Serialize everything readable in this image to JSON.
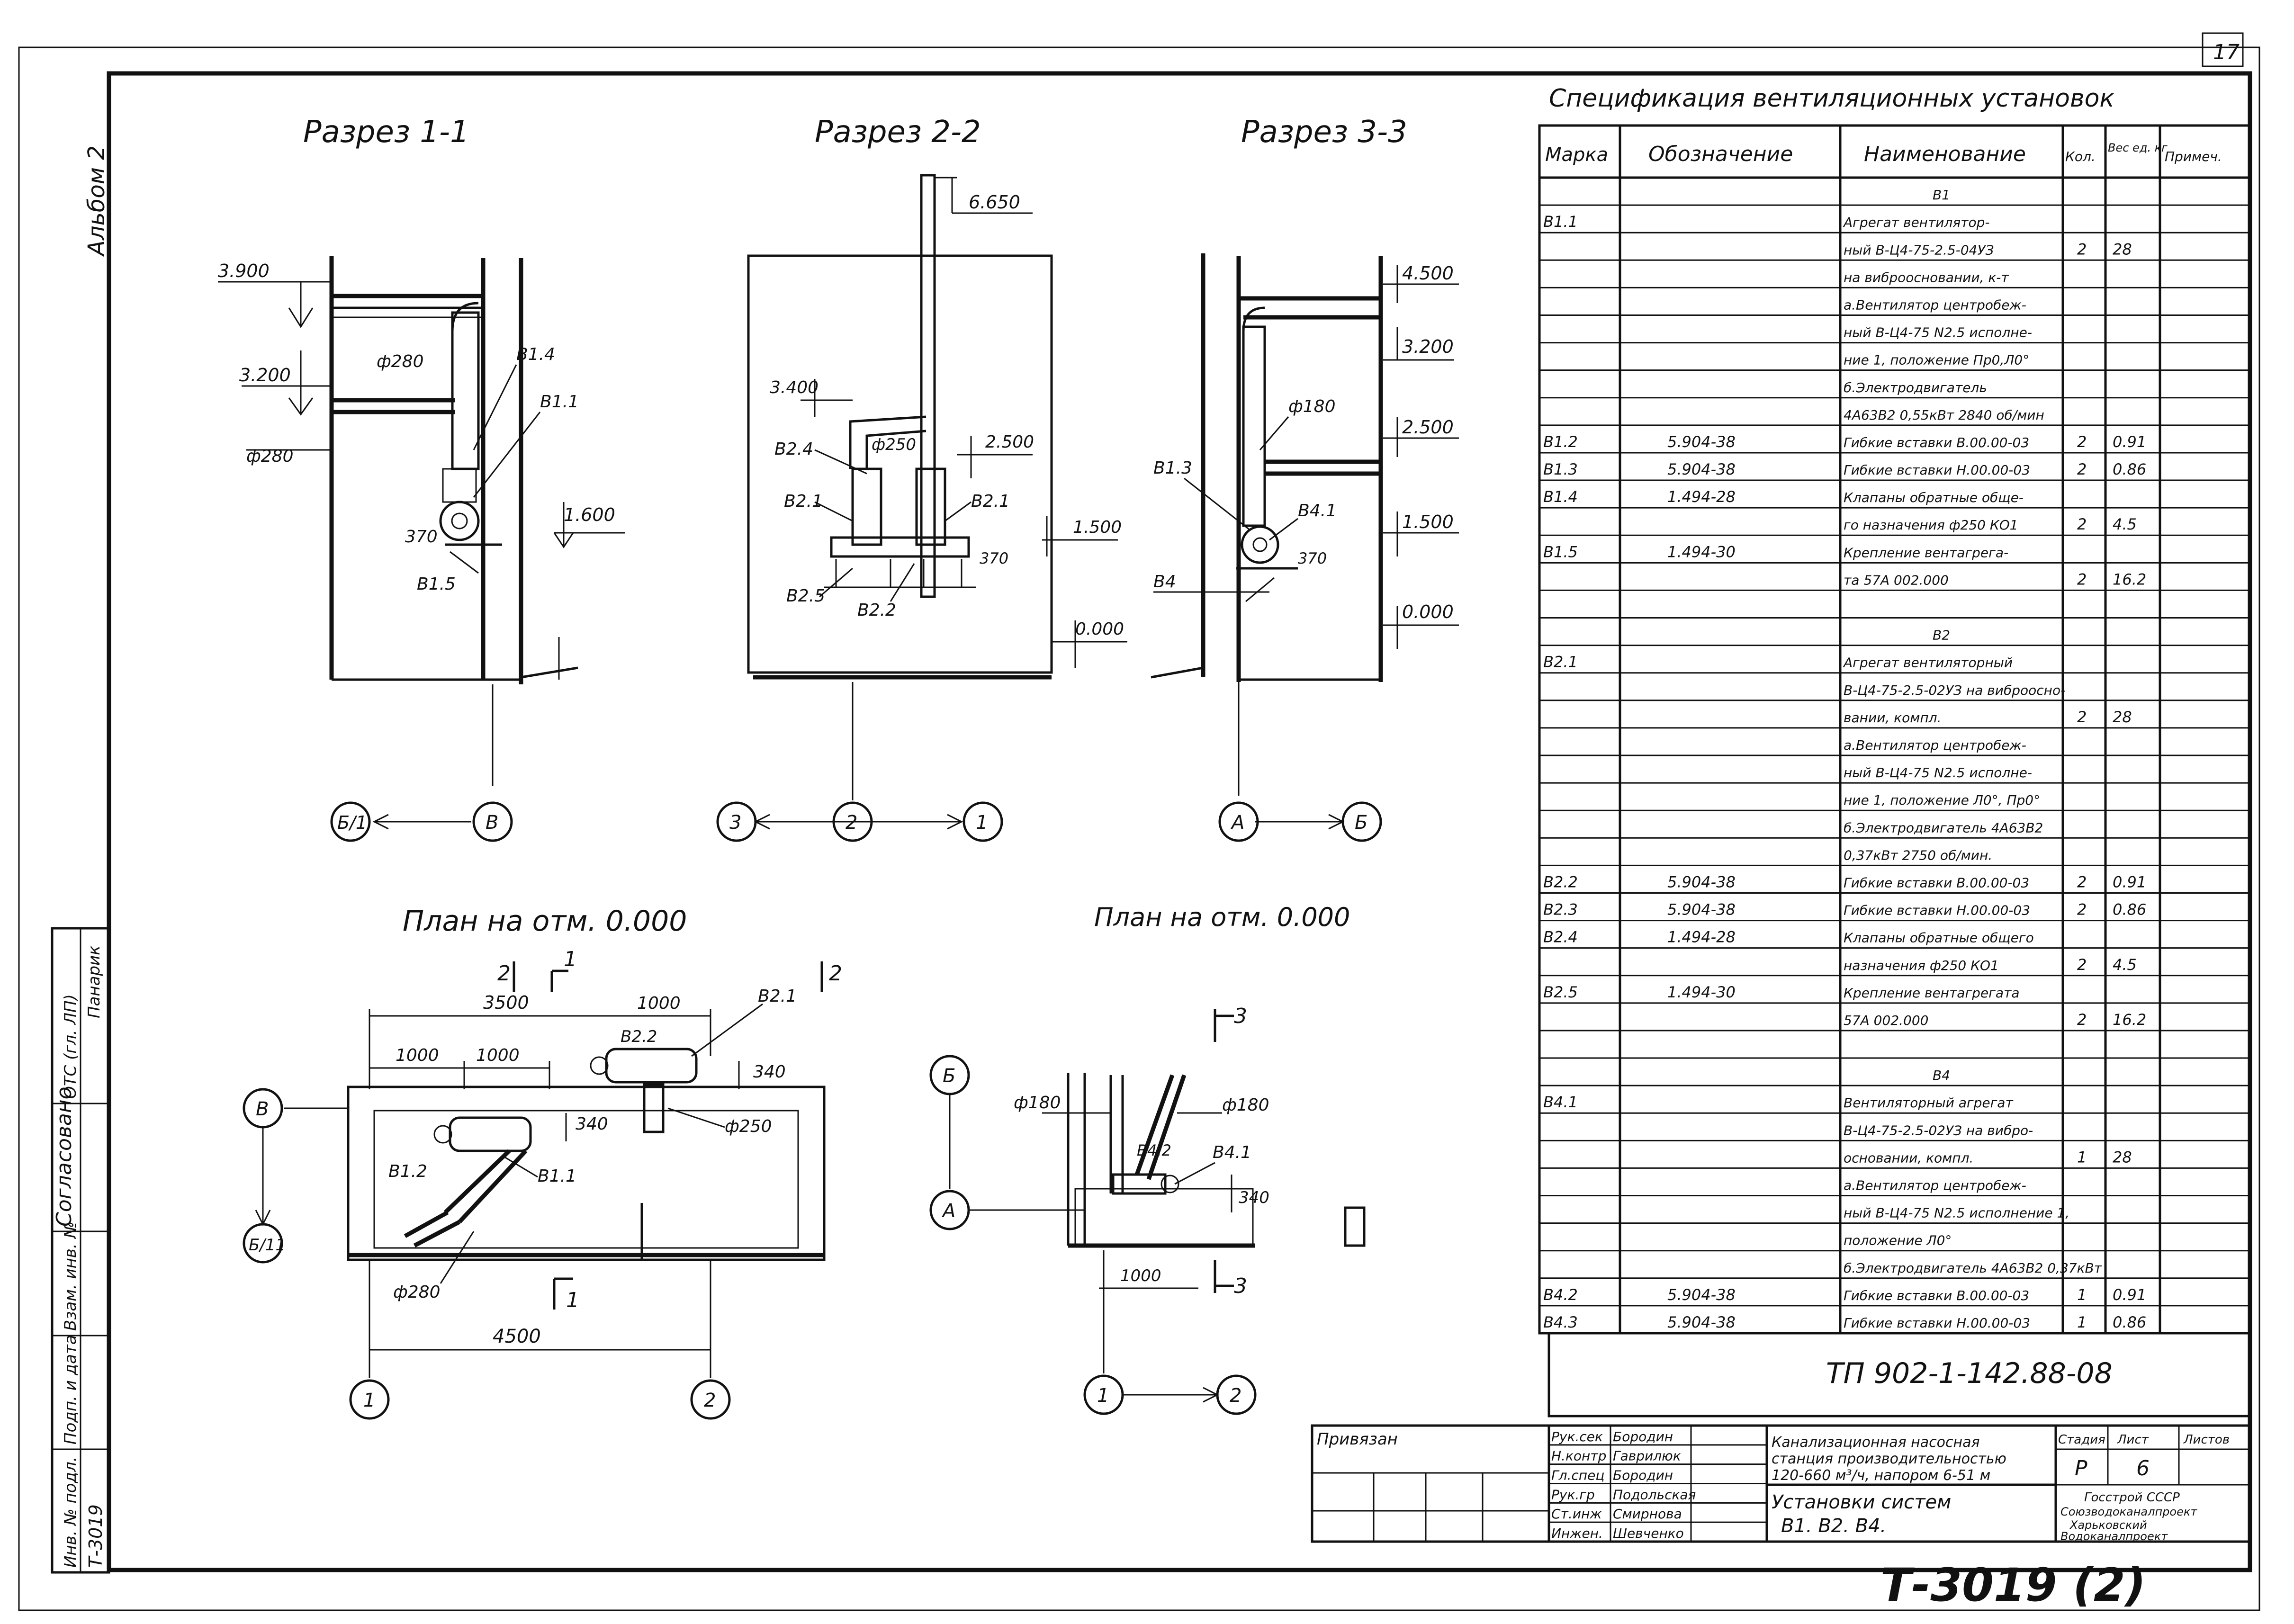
{
  "sheet": {
    "corner_number": "17",
    "album_label": "Альбом 2",
    "bottom_stamp": "Т-3019 (2)"
  },
  "views": {
    "section_1": {
      "title": "Разрез 1-1",
      "levels": [
        "3.900",
        "3.200",
        "1.600"
      ],
      "labels": [
        "ф280",
        "ф280",
        "В1.4",
        "В1.1",
        "370",
        "В1.5"
      ],
      "axes": [
        "Б/1",
        "В"
      ]
    },
    "section_2": {
      "title": "Разрез 2-2",
      "levels": [
        "6.650",
        "3.400",
        "2.500",
        "1.500",
        "0.000"
      ],
      "labels": [
        "В2.4",
        "ф250",
        "В2.1",
        "В2.1",
        "370",
        "В2.5",
        "В2.2"
      ],
      "axes": [
        "3",
        "2",
        "1"
      ]
    },
    "section_3": {
      "title": "Разрез 3-3",
      "levels": [
        "4.500",
        "3.200",
        "2.500",
        "1.500",
        "0.000"
      ],
      "labels": [
        "ф180",
        "В1.3",
        "В4.1",
        "370",
        "В4"
      ],
      "axes": [
        "А",
        "Б"
      ]
    },
    "plan_1": {
      "title": "План на отм. 0.000",
      "dims": [
        "3500",
        "1000",
        "1000",
        "1000",
        "340",
        "340",
        "4500"
      ],
      "labels": [
        "В2.2",
        "В2.1",
        "ф250",
        "В1.2",
        "В1.1",
        "ф280"
      ],
      "cut_marks": [
        "2",
        "1",
        "2",
        "1"
      ],
      "axes": [
        "В",
        "Б/11",
        "1",
        "2"
      ]
    },
    "plan_2": {
      "title": "План на отм. 0.000",
      "dims": [
        "340",
        "1000"
      ],
      "labels": [
        "ф180",
        "ф180",
        "В4.2",
        "В4.1"
      ],
      "cut_marks": [
        "3",
        "3"
      ],
      "axes": [
        "Б",
        "А",
        "1",
        "2"
      ]
    }
  },
  "left_strip": {
    "agreed": "Согласовано",
    "rows": [
      {
        "label": "ОТС (гл. ЛП)",
        "value": "Панарик"
      },
      {
        "label": "Взам. инв. №",
        "value": ""
      },
      {
        "label": "Подп. и дата",
        "value": ""
      },
      {
        "label": "Инв. № подл.",
        "value": "Т-3019"
      }
    ]
  },
  "spec": {
    "title": "Спецификация вентиляционных установок",
    "headers": [
      "Марка",
      "Обозначение",
      "Наименование",
      "Кол.",
      "Вес ед. кг",
      "Примеч."
    ],
    "rows": [
      [
        "",
        "",
        "В1",
        "",
        ""
      ],
      [
        "В1.1",
        "",
        "Агрегат вентилятор-",
        "",
        ""
      ],
      [
        "",
        "",
        "ный В-Ц4-75-2.5-04УЗ",
        "2",
        "28"
      ],
      [
        "",
        "",
        "на виброосновании, к-т",
        "",
        ""
      ],
      [
        "",
        "",
        "а.Вентилятор центробеж-",
        "",
        ""
      ],
      [
        "",
        "",
        "ный В-Ц4-75 N2.5 исполне-",
        "",
        ""
      ],
      [
        "",
        "",
        "ние 1, положение Пр0,Л0°",
        "",
        ""
      ],
      [
        "",
        "",
        "б.Электродвигатель",
        "",
        ""
      ],
      [
        "",
        "",
        "4А63В2 0,55кВт 2840 об/мин",
        "",
        ""
      ],
      [
        "В1.2",
        "5.904-38",
        "Гибкие вставки В.00.00-03",
        "2",
        "0.91"
      ],
      [
        "В1.3",
        "5.904-38",
        "Гибкие вставки Н.00.00-03",
        "2",
        "0.86"
      ],
      [
        "В1.4",
        "1.494-28",
        "Клапаны обратные обще-",
        "",
        ""
      ],
      [
        "",
        "",
        "го назначения ф250 КО1",
        "2",
        "4.5"
      ],
      [
        "В1.5",
        "1.494-30",
        "Крепление вентагрега-",
        "",
        ""
      ],
      [
        "",
        "",
        "та 57А 002.000",
        "2",
        "16.2"
      ],
      [
        "",
        "",
        "",
        "",
        ""
      ],
      [
        "",
        "",
        "В2",
        "",
        ""
      ],
      [
        "В2.1",
        "",
        "Агрегат вентиляторный",
        "",
        ""
      ],
      [
        "",
        "",
        "В-Ц4-75-2.5-02УЗ на виброосно-",
        "",
        ""
      ],
      [
        "",
        "",
        "вании, компл.",
        "2",
        "28"
      ],
      [
        "",
        "",
        "а.Вентилятор центробеж-",
        "",
        ""
      ],
      [
        "",
        "",
        "ный В-Ц4-75 N2.5 исполне-",
        "",
        ""
      ],
      [
        "",
        "",
        "ние 1, положение Л0°, Пр0°",
        "",
        ""
      ],
      [
        "",
        "",
        "б.Электродвигатель 4А63В2",
        "",
        ""
      ],
      [
        "",
        "",
        "0,37кВт 2750 об/мин.",
        "",
        ""
      ],
      [
        "В2.2",
        "5.904-38",
        "Гибкие вставки В.00.00-03",
        "2",
        "0.91"
      ],
      [
        "В2.3",
        "5.904-38",
        "Гибкие вставки Н.00.00-03",
        "2",
        "0.86"
      ],
      [
        "В2.4",
        "1.494-28",
        "Клапаны обратные общего",
        "",
        ""
      ],
      [
        "",
        "",
        "назначения ф250 КО1",
        "2",
        "4.5"
      ],
      [
        "В2.5",
        "1.494-30",
        "Крепление вентагрегата",
        "",
        ""
      ],
      [
        "",
        "",
        "57А 002.000",
        "2",
        "16.2"
      ],
      [
        "",
        "",
        "",
        "",
        ""
      ],
      [
        "",
        "",
        "В4",
        "",
        ""
      ],
      [
        "В4.1",
        "",
        "Вентиляторный агрегат",
        "",
        ""
      ],
      [
        "",
        "",
        "В-Ц4-75-2.5-02УЗ на вибро-",
        "",
        ""
      ],
      [
        "",
        "",
        "основании, компл.",
        "1",
        "28"
      ],
      [
        "",
        "",
        "а.Вентилятор центробеж-",
        "",
        ""
      ],
      [
        "",
        "",
        "ный В-Ц4-75 N2.5 исполнение 1,",
        "",
        ""
      ],
      [
        "",
        "",
        "положение Л0°",
        "",
        ""
      ],
      [
        "",
        "",
        "б.Электродвигатель 4А63В2 0,37кВт",
        "",
        ""
      ],
      [
        "В4.2",
        "5.904-38",
        "Гибкие вставки В.00.00-03",
        "1",
        "0.91"
      ],
      [
        "В4.3",
        "5.904-38",
        "Гибкие вставки Н.00.00-03",
        "1",
        "0.86"
      ]
    ]
  },
  "title_block": {
    "code": "ТП 902-1-142.88-08",
    "privyazan": "Привязан",
    "roles": [
      "Рук.сек",
      "Н.контр",
      "Гл.спец",
      "Рук.гр",
      "Ст.инж",
      "Инжен."
    ],
    "names": [
      "Бородин",
      "Гаврилюк",
      "Бородин",
      "Подольская",
      "Смирнова",
      "Шевченко"
    ],
    "project": "Канализационная насосная станция производительностью 120-660 м³/ч, напором 6-51 м",
    "sheet_title": "Установки систем В1. В2. В4.",
    "stage_label": "Стадия",
    "sheet_label": "Лист",
    "sheets_label": "Листов",
    "stage": "Р",
    "sheet_no": "6",
    "org": "Госстрой СССР Союзводоканалпроект Харьковский Водоканалпроект"
  }
}
